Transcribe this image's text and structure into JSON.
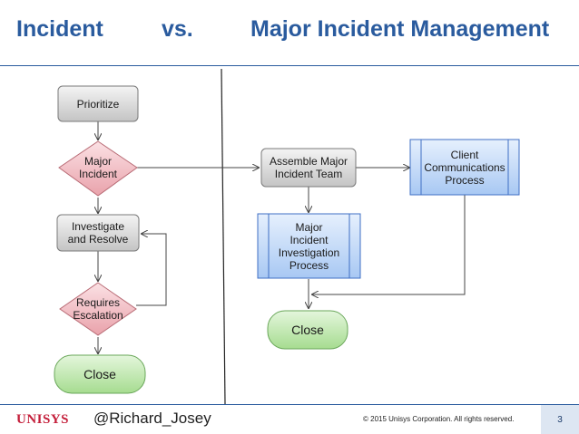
{
  "title": {
    "left": "Incident",
    "middle": "vs.",
    "right": "Major Incident Management"
  },
  "incident_flow": {
    "prioritize": "Prioritize",
    "major_incident": "Major\nIncident",
    "investigate": "Investigate\nand Resolve",
    "requires_escalation": "Requires\nEscalation",
    "close": "Close"
  },
  "major_flow": {
    "assemble_team": "Assemble Major\nIncident Team",
    "client_comms": "Client\nCommunications\nProcess",
    "investigation_process": "Major\nIncident\nInvestigation\nProcess",
    "close": "Close"
  },
  "footer": {
    "logo": "UNISYS",
    "author": "@Richard_Josey",
    "copyright": "© 2015 Unisys Corporation. All rights reserved.",
    "page_number": "3"
  },
  "colors": {
    "title": "#2a5b9e",
    "gray_box": "#cfcfcf",
    "decision": "#f2b8bf",
    "process": "#b8d2f5",
    "close": "#b7e3a6"
  }
}
